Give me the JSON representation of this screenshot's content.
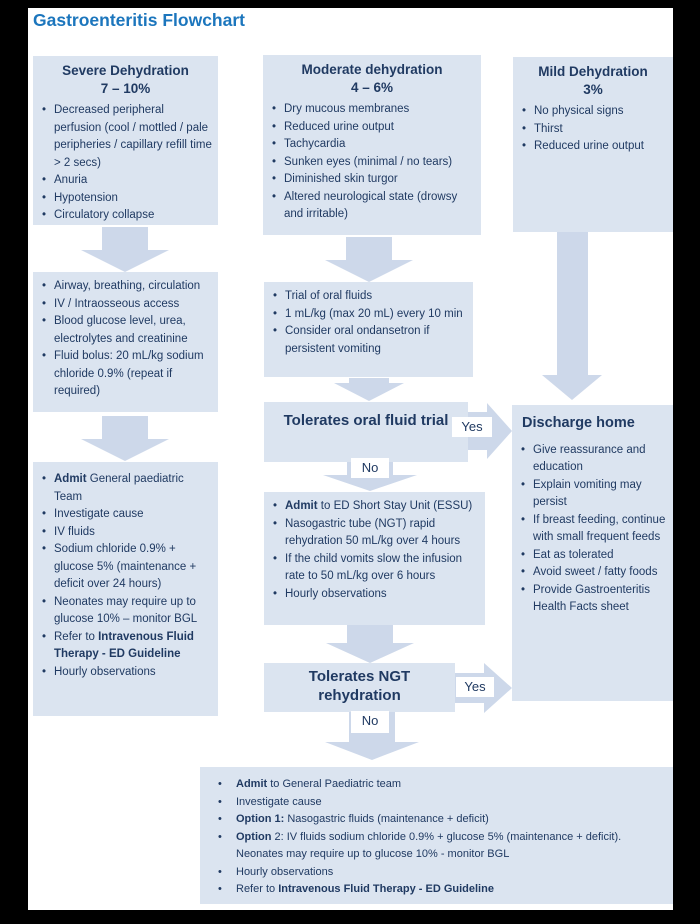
{
  "title": "Gastroenteritis Flowchart",
  "colors": {
    "bg": "#000000",
    "paper": "#ffffff",
    "box": "#dbe4f0",
    "arrow": "#cdd8ea",
    "text": "#203a62",
    "accent": "#1c76bd"
  },
  "labels": {
    "yes": "Yes",
    "no": "No"
  },
  "severe": {
    "header1": "Severe Dehydration",
    "header2": "7 – 10%",
    "signs": [
      "Decreased peripheral perfusion (cool / mottled / pale peripheries / capillary refill time > 2 secs)",
      "Anuria",
      "Hypotension",
      "Circulatory collapse"
    ],
    "treatment": [
      "Airway, breathing, circulation",
      "IV / Intraosseous access",
      "Blood glucose level, urea, electrolytes and creatinine",
      "Fluid bolus: 20 mL/kg sodium chloride 0.9% (repeat if required)"
    ],
    "admit": [
      {
        "runs": [
          {
            "t": "Admit",
            "b": true
          },
          {
            "t": " General paediatric Team"
          }
        ]
      },
      "Investigate cause",
      "IV fluids",
      "Sodium chloride 0.9% + glucose 5% (maintenance + deficit over 24 hours)",
      "Neonates may require up to glucose 10% – monitor BGL",
      {
        "runs": [
          {
            "t": "Refer to "
          },
          {
            "t": "Intravenous Fluid Therapy - ED Guideline",
            "b": true
          }
        ]
      },
      "Hourly observations"
    ]
  },
  "moderate": {
    "header1": "Moderate dehydration",
    "header2": "4 – 6%",
    "signs": [
      "Dry mucous membranes",
      "Reduced urine output",
      "Tachycardia",
      "Sunken eyes (minimal / no tears)",
      "Diminished skin turgor",
      "Altered neurological state (drowsy and irritable)"
    ]
  },
  "mild": {
    "header1": "Mild Dehydration",
    "header2": "3%",
    "signs": [
      "No physical signs",
      "Thirst",
      "Reduced urine output"
    ]
  },
  "oral_trial": {
    "bullets": [
      "Trial of oral fluids",
      "1 mL/kg (max 20 mL) every 10 min",
      "Consider oral ondansetron if persistent vomiting"
    ]
  },
  "oral_decision": {
    "label": "Tolerates oral fluid trial"
  },
  "essu": {
    "bullets": [
      {
        "runs": [
          {
            "t": "Admit",
            "b": true
          },
          {
            "t": " to ED Short Stay Unit (ESSU)"
          }
        ]
      },
      "Nasogastric tube (NGT) rapid rehydration 50 mL/kg over 4 hours",
      "If the child vomits slow the infusion rate to 50 mL/kg over 6 hours",
      "Hourly observations"
    ]
  },
  "ngt_decision": {
    "label1": "Tolerates NGT",
    "label2": "rehydration"
  },
  "discharge": {
    "title": "Discharge home",
    "bullets": [
      "Give reassurance and education",
      "Explain vomiting may persist",
      "If breast feeding, continue with small frequent feeds",
      "Eat as tolerated",
      "Avoid sweet / fatty foods",
      "Provide Gastroenteritis Health Facts sheet"
    ]
  },
  "final_admit": {
    "bullets": [
      {
        "runs": [
          {
            "t": "Admit",
            "b": true
          },
          {
            "t": " to General Paediatric team"
          }
        ]
      },
      "Investigate cause",
      {
        "runs": [
          {
            "t": "Option 1:",
            "b": true
          },
          {
            "t": " Nasogastric fluids (maintenance + deficit)"
          }
        ]
      },
      {
        "runs": [
          {
            "t": "Option",
            "b": true
          },
          {
            "t": " 2: IV fluids sodium chloride 0.9% + glucose 5% (maintenance + deficit)."
          },
          {
            "br": true,
            "t": "Neonates may require up to glucose 10% - monitor BGL"
          }
        ]
      },
      "Hourly observations",
      {
        "runs": [
          {
            "t": "Refer to "
          },
          {
            "t": "Intravenous Fluid Therapy - ED Guideline",
            "b": true
          }
        ]
      }
    ]
  }
}
